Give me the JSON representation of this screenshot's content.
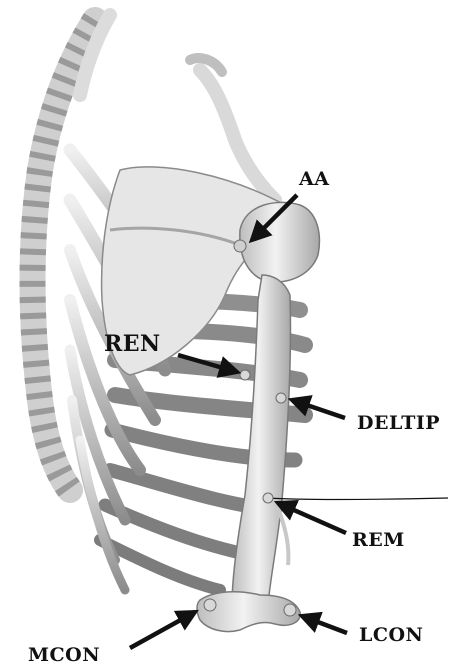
{
  "labels": {
    "aa": "AA",
    "ren": "REN",
    "deltip": "DELTIP",
    "rem": "REM",
    "mcon": "MCON",
    "lcon": "LCON"
  },
  "colors": {
    "bone_fill": "#ebebeb",
    "bone_shadow": "#9a9a9a",
    "bone_outline": "#7a7a7a",
    "arrow": "#111111",
    "background": "#ffffff"
  }
}
